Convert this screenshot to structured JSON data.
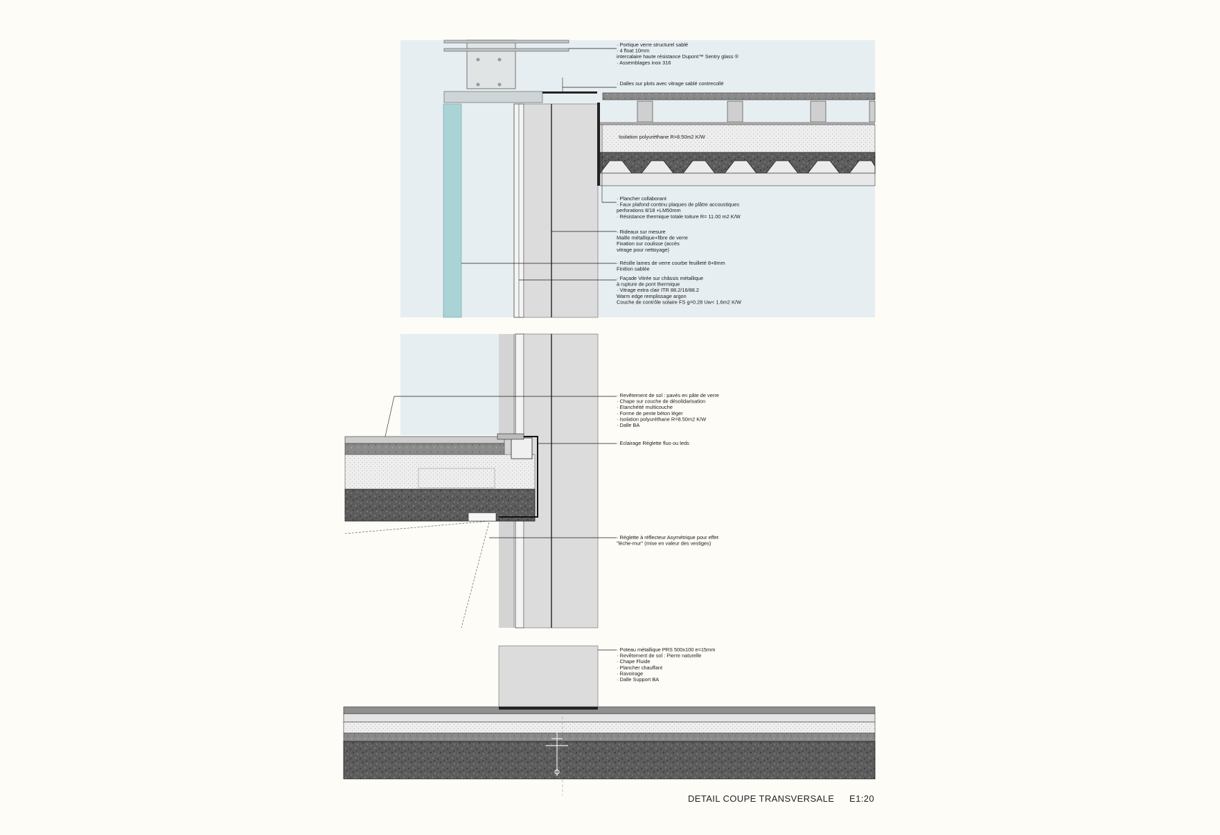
{
  "drawing": {
    "title": "DETAIL COUPE TRANSVERSALE",
    "scale": "E1:20"
  },
  "annotations": {
    "top": [
      "· Portique verre structurel sablé",
      "· 4 float 10mm",
      "  intercalaire haute résistance Dupont™ Sentry glass ®",
      "· Assemblages inox 316"
    ],
    "dalles": "· Dalles sur plots avec vitrage sablé contrecollé",
    "isolation": "Isolation polyuréthane R=8.50m2 K/W",
    "roof": [
      "· Plancher collaborant",
      "· Faux plafond continu plaques de plâtre accoustiques",
      "  perforations 8/18 +LM50mm",
      "· Résistance thermique totale toiture R= 11.00 m2 K/W"
    ],
    "rideaux": [
      "· Rideaux sur mesure",
      "  Maille métallique+fibre de verre",
      "  Fixation sur coulisse (accès",
      "  vitrage pour nettoyage)"
    ],
    "resille": [
      "· Résille lames de verre courbe feuilleté 8+8mm",
      "  Finition sablée"
    ],
    "facade": [
      "· Façade Vitrée sur châssis métallique",
      "  à rupture de pont thermique",
      "· Vitrage extra clair ITR 88.2/16/88.2",
      "  Warm edge remplissage argon",
      "  Couche de contrôle solaire FS g=0.28 Uw< 1.6m2 K/W"
    ],
    "floor": [
      "· Revêtement de sol : pavés en pâte de verre",
      "· Chape sur couche de désolidarisation",
      "· Etanchéité multicouche",
      "· Forme de pente béton léger",
      "· Isolation polyuréthane R=8.50m2 K/W",
      "· Dalle BA"
    ],
    "eclairage": "· Eclairage Réglette fluo ou leds",
    "reglette": [
      "· Réglette à réflecteur Asymétrique pour effet",
      "  \"lèche-mur\" (mise en valeur des vestiges)"
    ],
    "base": [
      "· Poteau métallique PRS  500x100  e=15mm",
      "· Revêtement de sol : Pierre naturelle",
      "· Chape Fluide",
      "· Plancher chauffant",
      "· Ravoirage",
      "· Dalle Support BA"
    ]
  },
  "colors": {
    "background": "#fdfcf7",
    "sky": "#e6eef1",
    "glass": "#a9d3d4",
    "column": "#dcdcdc",
    "concrete": "#5e5e5e",
    "insulation": "#ececec",
    "line": "#1a1a1a"
  }
}
